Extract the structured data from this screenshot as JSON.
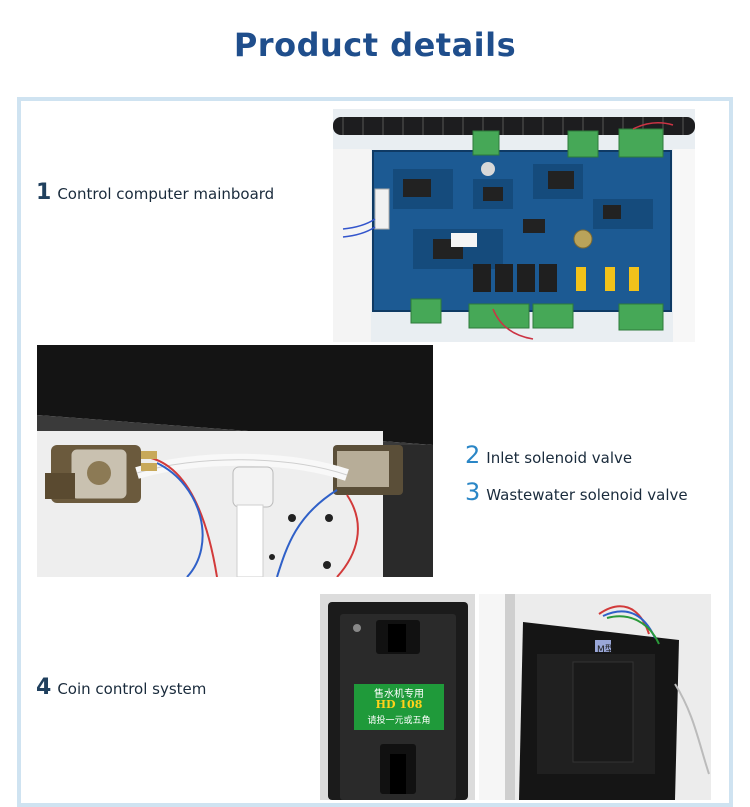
{
  "header": {
    "title": "Product details"
  },
  "items": [
    {
      "number": "1",
      "label": "Control computer mainboard"
    },
    {
      "number": "2",
      "label": "Inlet solenoid valve"
    },
    {
      "number": "3",
      "label": "Wastewater solenoid valve"
    },
    {
      "number": "4",
      "label": "Coin control system"
    }
  ],
  "coin_sticker": {
    "line1": "售水机专用",
    "line2": "HD 108",
    "line3": "请投一元或五角"
  },
  "model_tag": "M型",
  "colors": {
    "title": "#1f4e8c",
    "frame_border": "#cfe3f1",
    "number_accent": "#2a86c6",
    "pcb_blue": "#1c5a93",
    "terminal_green": "#46a857"
  }
}
